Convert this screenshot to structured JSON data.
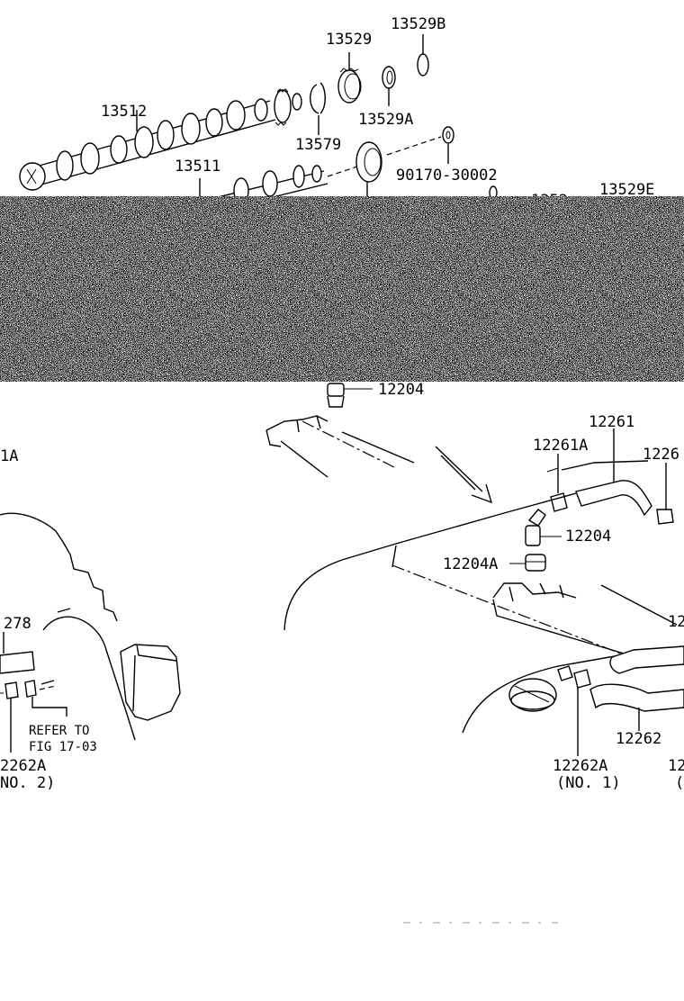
{
  "labels": {
    "p13529B": "13529B",
    "p13529": "13529",
    "p13512": "13512",
    "p13529A": "13529A",
    "p13579": "13579",
    "p13511": "13511",
    "p90170": "90170-30002",
    "p13529E": "13529E",
    "p12204_top": "12204",
    "p12261": "12261",
    "p12261A": "12261A",
    "p1226_edge": "1226",
    "p1A_edge": "1A",
    "p12204_mid": "12204",
    "p12204A": "12204A",
    "p278_edge": "278",
    "p12_edge": "12",
    "refer_to": "REFER TO",
    "fig_ref": "FIG 17-03",
    "p12262A_left": "2262A",
    "no2_left": "NO. 2)",
    "p12262": "12262",
    "p12262A_right": "12262A",
    "no1_right": "(NO. 1)",
    "p12_right_edge": "12",
    "paren_right_edge": "(N"
  },
  "colors": {
    "ink": "#000000",
    "paper": "#ffffff",
    "noise_band": "#6e6e6e"
  }
}
